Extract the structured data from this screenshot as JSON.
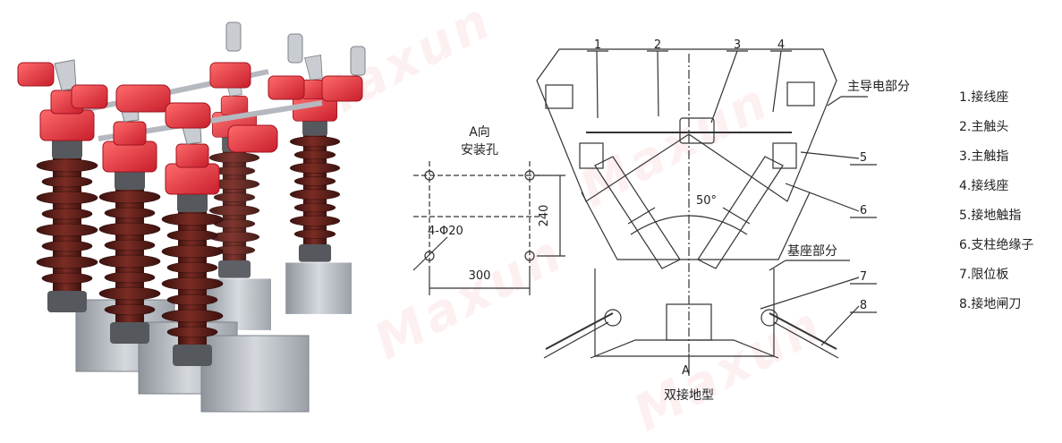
{
  "watermark": "Maxun",
  "legend": {
    "items": [
      "1.接线座",
      "2.主触头",
      "3.主触指",
      "4.接线座",
      "5.接地触指",
      "6.支柱绝缘子",
      "7.限位板",
      "8.接地闸刀"
    ]
  },
  "diagram": {
    "callouts": [
      "1",
      "2",
      "3",
      "4",
      "5",
      "6",
      "7",
      "8"
    ],
    "main_conductor_label": "主导电部分",
    "base_label": "基座部分",
    "angle_label": "50°",
    "view_marker": "A",
    "caption": "双接地型"
  },
  "mounting": {
    "title_line1": "A向",
    "title_line2": "安装孔",
    "hole_spec": "4-Φ20",
    "width_dim": "300",
    "height_dim": "240"
  },
  "colors": {
    "housing_red": "#e63946",
    "insulator_brown": "#5a1f1a",
    "base_steel": "#b8bcc2",
    "line": "#333333"
  }
}
